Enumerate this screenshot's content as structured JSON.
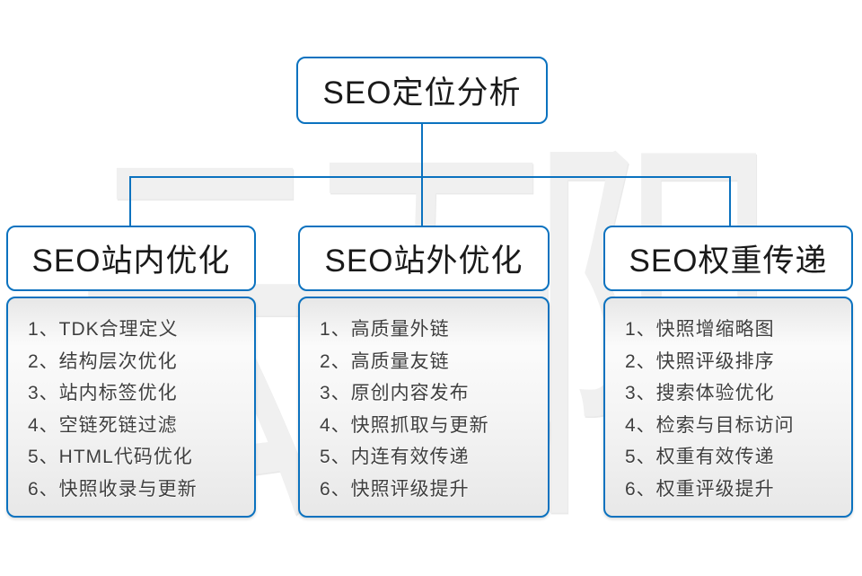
{
  "diagram": {
    "watermark": "云无限",
    "root": {
      "label": "SEO定位分析"
    },
    "columns": [
      {
        "header": "SEO站内优化",
        "items": [
          "1、TDK合理定义",
          "2、结构层次优化",
          "3、站内标签优化",
          "4、空链死链过滤",
          "5、HTML代码优化",
          "6、快照收录与更新"
        ]
      },
      {
        "header": "SEO站外优化",
        "items": [
          "1、高质量外链",
          "2、高质量友链",
          "3、原创内容发布",
          "4、快照抓取与更新",
          "5、内连有效传递",
          "6、快照评级提升"
        ]
      },
      {
        "header": "SEO权重传递",
        "items": [
          "1、快照增缩略图",
          "2、快照评级排序",
          "3、搜索体验优化",
          "4、检索与目标访问",
          "5、权重有效传递",
          "6、权重评级提升"
        ]
      }
    ],
    "colors": {
      "connector_blue": "#0b72bf",
      "header_text": "#1a1a1a",
      "list_text": "#3f3f3f",
      "watermark_gray": "#f0f0f0"
    }
  }
}
